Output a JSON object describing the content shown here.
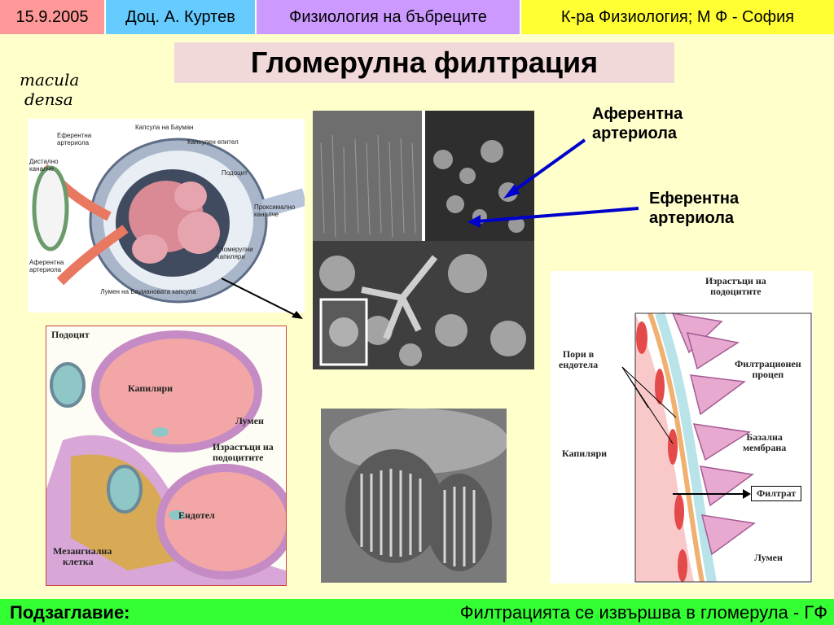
{
  "header": {
    "date": "15.9.2005",
    "author": "Доц. А. Куртев",
    "course": "Физиология на бъбреците",
    "department": "К-ра Физиология; М Ф - София"
  },
  "title": "Гломерулна филтрация",
  "macula": {
    "line1": "macula",
    "line2": "densa"
  },
  "diagram1": {
    "labels": {
      "capsule": "Капсула на Бауман",
      "efferent": "Еферентна артериола",
      "epithelium": "Капсулен епител",
      "distal": "Дистално каналче",
      "podocyte": "Подоцит",
      "proximal": "Проксимално каналче",
      "afferent": "Аферентна артериола",
      "capillaries": "Гломерулни капиляри",
      "lumen": "Лумен на Баумановата капсула"
    }
  },
  "sem_labels": {
    "afferent": "Аферентна артериола",
    "efferent": "Еферентна артериола"
  },
  "diagram2": {
    "podocyte": "Подоцит",
    "capillaries": "Капиляри",
    "lumen": "Лумен",
    "processes_line1": "Израстъци на",
    "processes_line2": "подоцитите",
    "endothelium": "Ендотел",
    "mesangial_line1": "Мезангиална",
    "mesangial_line2": "клетка"
  },
  "diagram3": {
    "processes_line1": "Израстъци на",
    "processes_line2": "подоцитите",
    "pores_line1": "Пори в",
    "pores_line2": "ендотела",
    "slit_line1": "Филтрационен",
    "slit_line2": "процеп",
    "basal_line1": "Базална",
    "basal_line2": "мембрана",
    "capillaries": "Капиляри",
    "filtrate": "Филтрат",
    "lumen": "Лумен"
  },
  "footer": {
    "label": "Подзаглавие:",
    "text": "Филтрацията се извършва в гломерула - ГФ"
  },
  "colors": {
    "background": "#ffffcc",
    "footer": "#33ff33",
    "arrow_blue": "#0000cc"
  }
}
